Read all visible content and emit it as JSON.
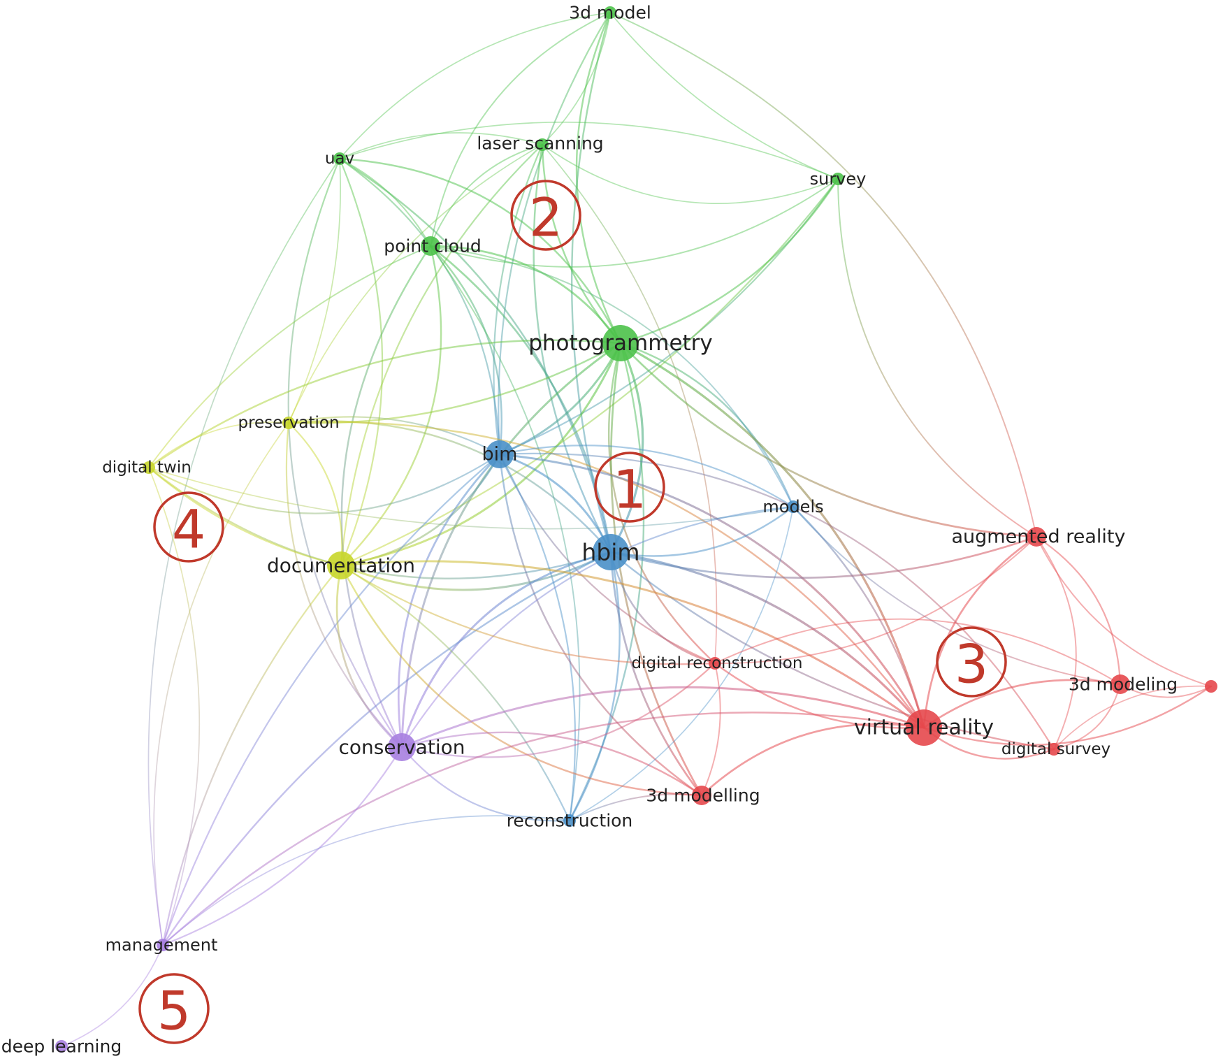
{
  "colors": {
    "cluster_1": "#4a90c8",
    "cluster_2": "#4cc24a",
    "cluster_3": "#e5484d",
    "cluster_4": "#c8d62a",
    "cluster_5": "#a77fe0",
    "cluster_marker": "#c0392b"
  },
  "network": {
    "nodes": [
      {
        "id": "3d-model",
        "label": "3d model",
        "cluster": 2,
        "weight": 1
      },
      {
        "id": "laser-scanning",
        "label": "laser scanning",
        "cluster": 2,
        "weight": 1
      },
      {
        "id": "uav",
        "label": "uav",
        "cluster": 2,
        "weight": 1
      },
      {
        "id": "survey",
        "label": "survey",
        "cluster": 2,
        "weight": 1
      },
      {
        "id": "point-cloud",
        "label": "point cloud",
        "cluster": 2,
        "weight": 2
      },
      {
        "id": "photogrammetry",
        "label": "photogrammetry",
        "cluster": 2,
        "weight": 4
      },
      {
        "id": "preservation",
        "label": "preservation",
        "cluster": 4,
        "weight": 1
      },
      {
        "id": "digital-twin",
        "label": "digital twin",
        "cluster": 4,
        "weight": 1
      },
      {
        "id": "bim",
        "label": "bim",
        "cluster": 1,
        "weight": 3
      },
      {
        "id": "models",
        "label": "models",
        "cluster": 1,
        "weight": 1
      },
      {
        "id": "hbim",
        "label": "hbim",
        "cluster": 1,
        "weight": 4
      },
      {
        "id": "documentation",
        "label": "documentation",
        "cluster": 4,
        "weight": 3
      },
      {
        "id": "augmented-reality",
        "label": "augmented reality",
        "cluster": 3,
        "weight": 2
      },
      {
        "id": "digital-reconstruction",
        "label": "digital reconstruction",
        "cluster": 3,
        "weight": 1
      },
      {
        "id": "3d-modeling",
        "label": "3d modeling",
        "cluster": 3,
        "weight": 2
      },
      {
        "id": "unlabeled-red",
        "label": "",
        "cluster": 3,
        "weight": 1
      },
      {
        "id": "virtual-reality",
        "label": "virtual reality",
        "cluster": 3,
        "weight": 4
      },
      {
        "id": "digital-survey",
        "label": "digital survey",
        "cluster": 3,
        "weight": 1
      },
      {
        "id": "conservation",
        "label": "conservation",
        "cluster": 5,
        "weight": 3
      },
      {
        "id": "3d-modelling",
        "label": "3d modelling",
        "cluster": 3,
        "weight": 2
      },
      {
        "id": "reconstruction",
        "label": "reconstruction",
        "cluster": 1,
        "weight": 1
      },
      {
        "id": "management",
        "label": "management",
        "cluster": 5,
        "weight": 1
      },
      {
        "id": "deep-learning",
        "label": "deep learning",
        "cluster": 5,
        "weight": 1
      }
    ],
    "edges": [
      [
        "3d-model",
        "laser-scanning"
      ],
      [
        "3d-model",
        "uav"
      ],
      [
        "3d-model",
        "survey"
      ],
      [
        "3d-model",
        "photogrammetry"
      ],
      [
        "3d-model",
        "point-cloud"
      ],
      [
        "3d-model",
        "hbim"
      ],
      [
        "3d-model",
        "augmented-reality"
      ],
      [
        "3d-model",
        "bim"
      ],
      [
        "laser-scanning",
        "uav"
      ],
      [
        "laser-scanning",
        "survey"
      ],
      [
        "laser-scanning",
        "point-cloud"
      ],
      [
        "laser-scanning",
        "photogrammetry"
      ],
      [
        "laser-scanning",
        "bim"
      ],
      [
        "laser-scanning",
        "hbim"
      ],
      [
        "laser-scanning",
        "documentation"
      ],
      [
        "laser-scanning",
        "preservation"
      ],
      [
        "laser-scanning",
        "digital-reconstruction"
      ],
      [
        "uav",
        "point-cloud"
      ],
      [
        "uav",
        "photogrammetry"
      ],
      [
        "uav",
        "survey"
      ],
      [
        "uav",
        "documentation"
      ],
      [
        "uav",
        "conservation"
      ],
      [
        "uav",
        "bim"
      ],
      [
        "uav",
        "hbim"
      ],
      [
        "uav",
        "preservation"
      ],
      [
        "uav",
        "management"
      ],
      [
        "survey",
        "photogrammetry"
      ],
      [
        "survey",
        "point-cloud"
      ],
      [
        "survey",
        "augmented-reality"
      ],
      [
        "survey",
        "bim"
      ],
      [
        "survey",
        "documentation"
      ],
      [
        "point-cloud",
        "photogrammetry"
      ],
      [
        "point-cloud",
        "bim"
      ],
      [
        "point-cloud",
        "hbim"
      ],
      [
        "point-cloud",
        "models"
      ],
      [
        "point-cloud",
        "documentation"
      ],
      [
        "point-cloud",
        "digital-twin"
      ],
      [
        "point-cloud",
        "reconstruction"
      ],
      [
        "point-cloud",
        "conservation"
      ],
      [
        "photogrammetry",
        "bim"
      ],
      [
        "photogrammetry",
        "hbim"
      ],
      [
        "photogrammetry",
        "documentation"
      ],
      [
        "photogrammetry",
        "preservation"
      ],
      [
        "photogrammetry",
        "digital-twin"
      ],
      [
        "photogrammetry",
        "models"
      ],
      [
        "photogrammetry",
        "augmented-reality"
      ],
      [
        "photogrammetry",
        "virtual-reality"
      ],
      [
        "photogrammetry",
        "digital-reconstruction"
      ],
      [
        "photogrammetry",
        "conservation"
      ],
      [
        "photogrammetry",
        "3d-modelling"
      ],
      [
        "photogrammetry",
        "reconstruction"
      ],
      [
        "preservation",
        "digital-twin"
      ],
      [
        "preservation",
        "documentation"
      ],
      [
        "preservation",
        "bim"
      ],
      [
        "preservation",
        "hbim"
      ],
      [
        "preservation",
        "conservation"
      ],
      [
        "preservation",
        "management"
      ],
      [
        "preservation",
        "virtual-reality"
      ],
      [
        "digital-twin",
        "bim"
      ],
      [
        "digital-twin",
        "hbim"
      ],
      [
        "digital-twin",
        "documentation"
      ],
      [
        "digital-twin",
        "management"
      ],
      [
        "digital-twin",
        "models"
      ],
      [
        "bim",
        "hbim"
      ],
      [
        "bim",
        "models"
      ],
      [
        "bim",
        "documentation"
      ],
      [
        "bim",
        "conservation"
      ],
      [
        "bim",
        "reconstruction"
      ],
      [
        "bim",
        "virtual-reality"
      ],
      [
        "bim",
        "digital-reconstruction"
      ],
      [
        "bim",
        "3d-modelling"
      ],
      [
        "bim",
        "management"
      ],
      [
        "models",
        "hbim"
      ],
      [
        "models",
        "conservation"
      ],
      [
        "models",
        "reconstruction"
      ],
      [
        "models",
        "3d-modeling"
      ],
      [
        "models",
        "virtual-reality"
      ],
      [
        "hbim",
        "documentation"
      ],
      [
        "hbim",
        "conservation"
      ],
      [
        "hbim",
        "reconstruction"
      ],
      [
        "hbim",
        "virtual-reality"
      ],
      [
        "hbim",
        "augmented-reality"
      ],
      [
        "hbim",
        "digital-reconstruction"
      ],
      [
        "hbim",
        "3d-modelling"
      ],
      [
        "hbim",
        "management"
      ],
      [
        "hbim",
        "digital-survey"
      ],
      [
        "documentation",
        "conservation"
      ],
      [
        "documentation",
        "virtual-reality"
      ],
      [
        "documentation",
        "digital-reconstruction"
      ],
      [
        "documentation",
        "management"
      ],
      [
        "documentation",
        "reconstruction"
      ],
      [
        "documentation",
        "3d-modelling"
      ],
      [
        "augmented-reality",
        "virtual-reality"
      ],
      [
        "augmented-reality",
        "3d-modeling"
      ],
      [
        "augmented-reality",
        "digital-survey"
      ],
      [
        "augmented-reality",
        "unlabeled-red"
      ],
      [
        "augmented-reality",
        "digital-reconstruction"
      ],
      [
        "digital-reconstruction",
        "virtual-reality"
      ],
      [
        "digital-reconstruction",
        "3d-modelling"
      ],
      [
        "digital-reconstruction",
        "3d-modeling"
      ],
      [
        "digital-reconstruction",
        "conservation"
      ],
      [
        "3d-modeling",
        "unlabeled-red"
      ],
      [
        "3d-modeling",
        "virtual-reality"
      ],
      [
        "3d-modeling",
        "digital-survey"
      ],
      [
        "unlabeled-red",
        "virtual-reality"
      ],
      [
        "unlabeled-red",
        "digital-survey"
      ],
      [
        "virtual-reality",
        "digital-survey"
      ],
      [
        "virtual-reality",
        "3d-modelling"
      ],
      [
        "virtual-reality",
        "conservation"
      ],
      [
        "virtual-reality",
        "management"
      ],
      [
        "digital-survey",
        "bim"
      ],
      [
        "conservation",
        "management"
      ],
      [
        "conservation",
        "reconstruction"
      ],
      [
        "conservation",
        "3d-modelling"
      ],
      [
        "3d-modelling",
        "reconstruction"
      ],
      [
        "reconstruction",
        "management"
      ],
      [
        "management",
        "deep-learning"
      ]
    ],
    "cluster_markers": [
      {
        "id": "marker-1",
        "label": "1"
      },
      {
        "id": "marker-2",
        "label": "2"
      },
      {
        "id": "marker-3",
        "label": "3"
      },
      {
        "id": "marker-4",
        "label": "4"
      },
      {
        "id": "marker-5",
        "label": "5"
      }
    ]
  }
}
